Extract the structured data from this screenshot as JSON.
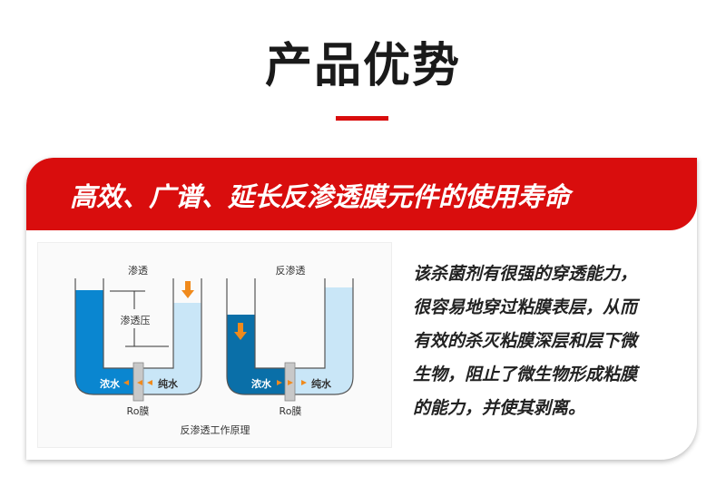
{
  "header": {
    "title": "产品优势"
  },
  "banner": {
    "text": "高效、广谱、延长反渗透膜元件的使用寿命"
  },
  "diagram": {
    "left_title": "渗透",
    "right_title": "反渗透",
    "pressure_label": "渗透压",
    "concentrated_label": "浓水",
    "pure_label": "纯水",
    "membrane_label": "Ro膜",
    "caption": "反渗透工作原理",
    "colors": {
      "dark_water": "#0a86d0",
      "deep_water": "#0a6fa8",
      "light_water": "#c9e6f7",
      "arrow": "#f08a1c",
      "membrane": "#c8c8c8"
    }
  },
  "description": {
    "lines": [
      "该杀菌剂有很强的穿透能力，",
      "很容易地穿过粘膜表层，从而",
      "有效的杀灭粘膜深层和层下微",
      "生物，阻止了微生物形成粘膜",
      "的能力，并使其剥离。"
    ]
  },
  "colors": {
    "accent": "#d90d0d"
  }
}
